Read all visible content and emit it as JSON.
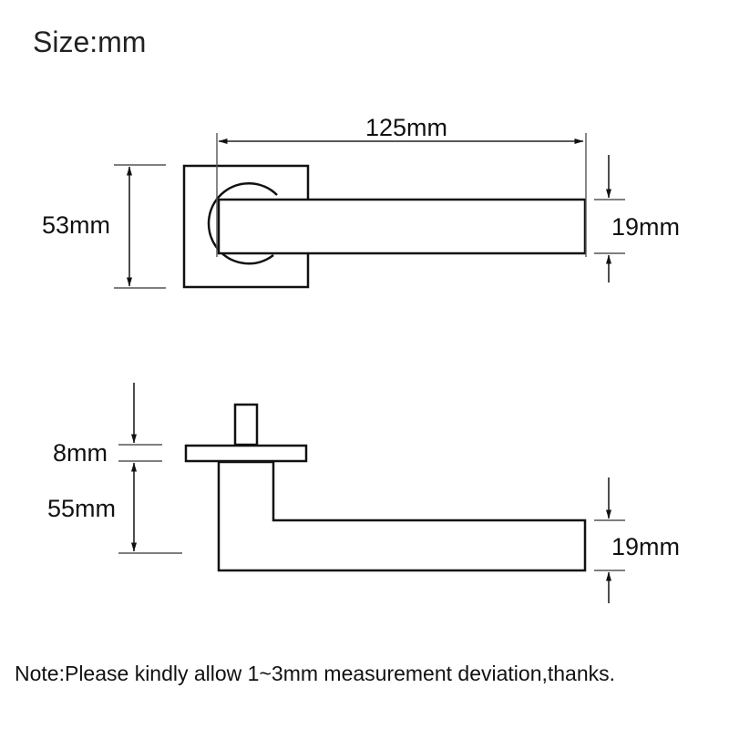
{
  "title": "Size:mm",
  "note": "Note:Please kindly allow 1~3mm measurement deviation,thanks.",
  "top_view": {
    "length_label": "125mm",
    "rose_label": "53mm",
    "lever_height_label": "19mm"
  },
  "side_view": {
    "rose_thickness_label": "8mm",
    "projection_label": "55mm",
    "lever_height_label": "19mm"
  },
  "colors": {
    "line": "#111111",
    "background": "#ffffff"
  }
}
